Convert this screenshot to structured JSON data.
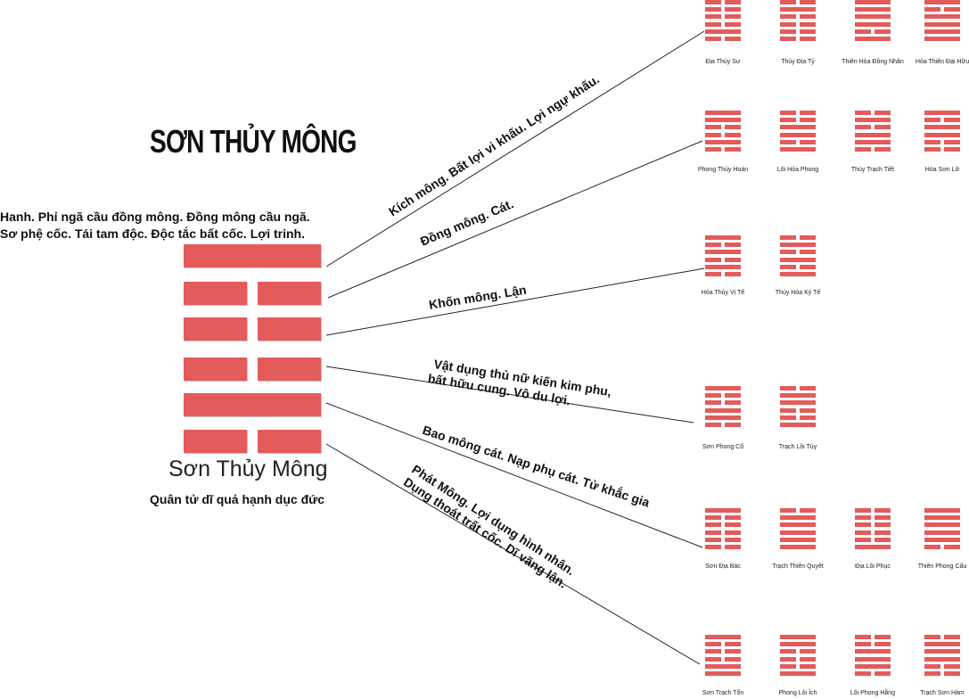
{
  "title": "SƠN THỦY MÔNG",
  "judgment": {
    "line1": "Hanh. Phỉ ngã cầu đồng mông. Đồng mông cầu  ngã.",
    "line2": "Sơ phệ cốc. Tái tam độc. Độc tắc bất cốc. Lợi trinh."
  },
  "hexagram_name": "Sơn Thủy Mông",
  "image_text": "Quân tử dĩ quả hạnh dục đức",
  "main_lines": [
    1,
    0,
    0,
    0,
    1,
    0
  ],
  "line_texts": [
    {
      "text": "Kích mông. Bất lợi vi khấu. Lợi ngự khấu."
    },
    {
      "text": "Đồng mông. Cát."
    },
    {
      "text": "Khốn mông. Lận"
    },
    {
      "text": "Vật dụng thủ nữ kiến kim phu,",
      "text2": "bất hữu cung. Vô du lợi."
    },
    {
      "text": "Bao mông cát. Nạp phụ cát. Tử khắc gia"
    },
    {
      "text": "Phát Mông. Lợi dụng hình nhân.",
      "text2": "Dụng thoát trất cốc. Dĩ vãng lận."
    }
  ],
  "related_groups": [
    [
      {
        "name": "Địa Thủy Sư",
        "lines": [
          0,
          0,
          0,
          0,
          1,
          0
        ]
      },
      {
        "name": "Thủy Địa Tỷ",
        "lines": [
          0,
          1,
          0,
          0,
          0,
          0
        ]
      },
      {
        "name": "Thiên Hỏa Đồng Nhân",
        "lines": [
          1,
          1,
          1,
          1,
          0,
          1
        ]
      },
      {
        "name": "Hỏa Thiên Đại Hữu",
        "lines": [
          1,
          0,
          1,
          1,
          1,
          1
        ]
      }
    ],
    [
      {
        "name": "Phong Thủy Hoán",
        "lines": [
          1,
          1,
          0,
          0,
          1,
          0
        ]
      },
      {
        "name": "Lôi Hỏa Phong",
        "lines": [
          0,
          0,
          1,
          1,
          0,
          1
        ]
      },
      {
        "name": "Thủy Trạch Tiết",
        "lines": [
          0,
          1,
          0,
          1,
          1,
          0
        ]
      },
      {
        "name": "Hỏa Sơn Lữ",
        "lines": [
          1,
          0,
          1,
          1,
          0,
          0
        ]
      }
    ],
    [
      {
        "name": "Hỏa Thủy Vị Tế",
        "lines": [
          1,
          0,
          1,
          0,
          1,
          0
        ]
      },
      {
        "name": "Thủy Hỏa Ký Tế",
        "lines": [
          0,
          1,
          0,
          1,
          0,
          1
        ]
      }
    ],
    [
      {
        "name": "Sơn Phong Cổ",
        "lines": [
          1,
          0,
          0,
          1,
          1,
          0
        ]
      },
      {
        "name": "Trạch Lôi Tùy",
        "lines": [
          0,
          1,
          1,
          0,
          0,
          1
        ]
      }
    ],
    [
      {
        "name": "Sơn Địa Bác",
        "lines": [
          1,
          0,
          0,
          0,
          0,
          0
        ]
      },
      {
        "name": "Trạch Thiên Quyết",
        "lines": [
          0,
          1,
          1,
          1,
          1,
          1
        ]
      },
      {
        "name": "Địa Lôi Phục",
        "lines": [
          0,
          0,
          0,
          0,
          0,
          1
        ]
      },
      {
        "name": "Thiên Phong Cấu",
        "lines": [
          1,
          1,
          1,
          1,
          1,
          0
        ]
      }
    ],
    [
      {
        "name": "Sơn Trạch Tổn",
        "lines": [
          1,
          0,
          0,
          0,
          1,
          1
        ]
      },
      {
        "name": "Phong Lôi Ích",
        "lines": [
          1,
          1,
          0,
          0,
          0,
          1
        ]
      },
      {
        "name": "Lôi Phong Hằng",
        "lines": [
          0,
          0,
          1,
          1,
          1,
          0
        ]
      },
      {
        "name": "Trạch Sơn Hàm",
        "lines": [
          0,
          1,
          1,
          1,
          0,
          0
        ]
      }
    ]
  ]
}
